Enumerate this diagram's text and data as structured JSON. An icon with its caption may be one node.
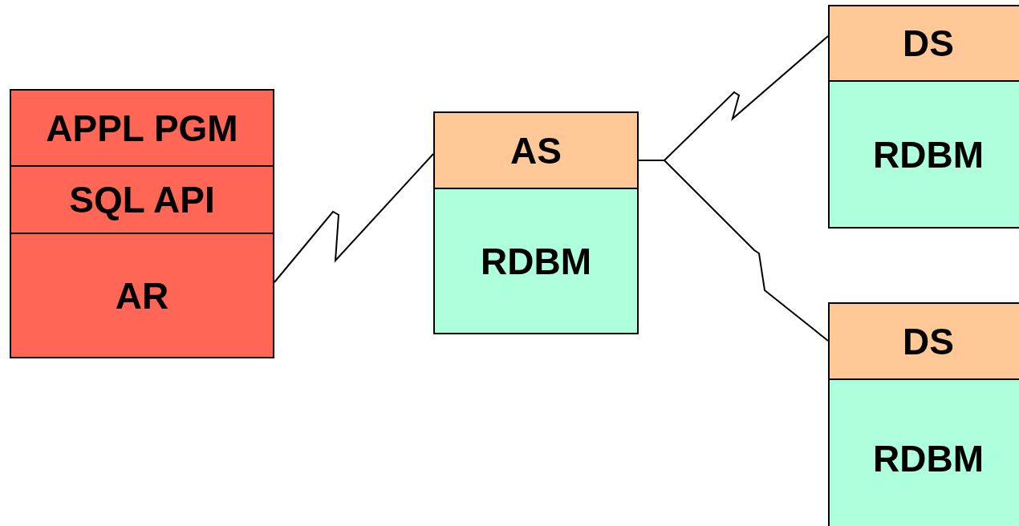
{
  "diagram": {
    "nodes": [
      {
        "text": [
          "APPL PGM"
        ]
      },
      {
        "text": [
          "SQL API"
        ]
      },
      {
        "text": [
          "AR"
        ]
      },
      {
        "text": [
          "AS"
        ]
      },
      {
        "text": [
          "RDBM"
        ]
      },
      {
        "text": [
          "DS"
        ]
      },
      {
        "text": [
          "RDBM"
        ]
      },
      {
        "text": [
          "DS"
        ]
      },
      {
        "text": [
          "RDBM"
        ]
      }
    ],
    "edges": [
      {
        "from": 2,
        "to": 3,
        "arrow": "none"
      },
      {
        "from": 3,
        "to": 5,
        "arrow": "none"
      },
      {
        "from": 3,
        "to": 7,
        "arrow": "none"
      }
    ]
  }
}
